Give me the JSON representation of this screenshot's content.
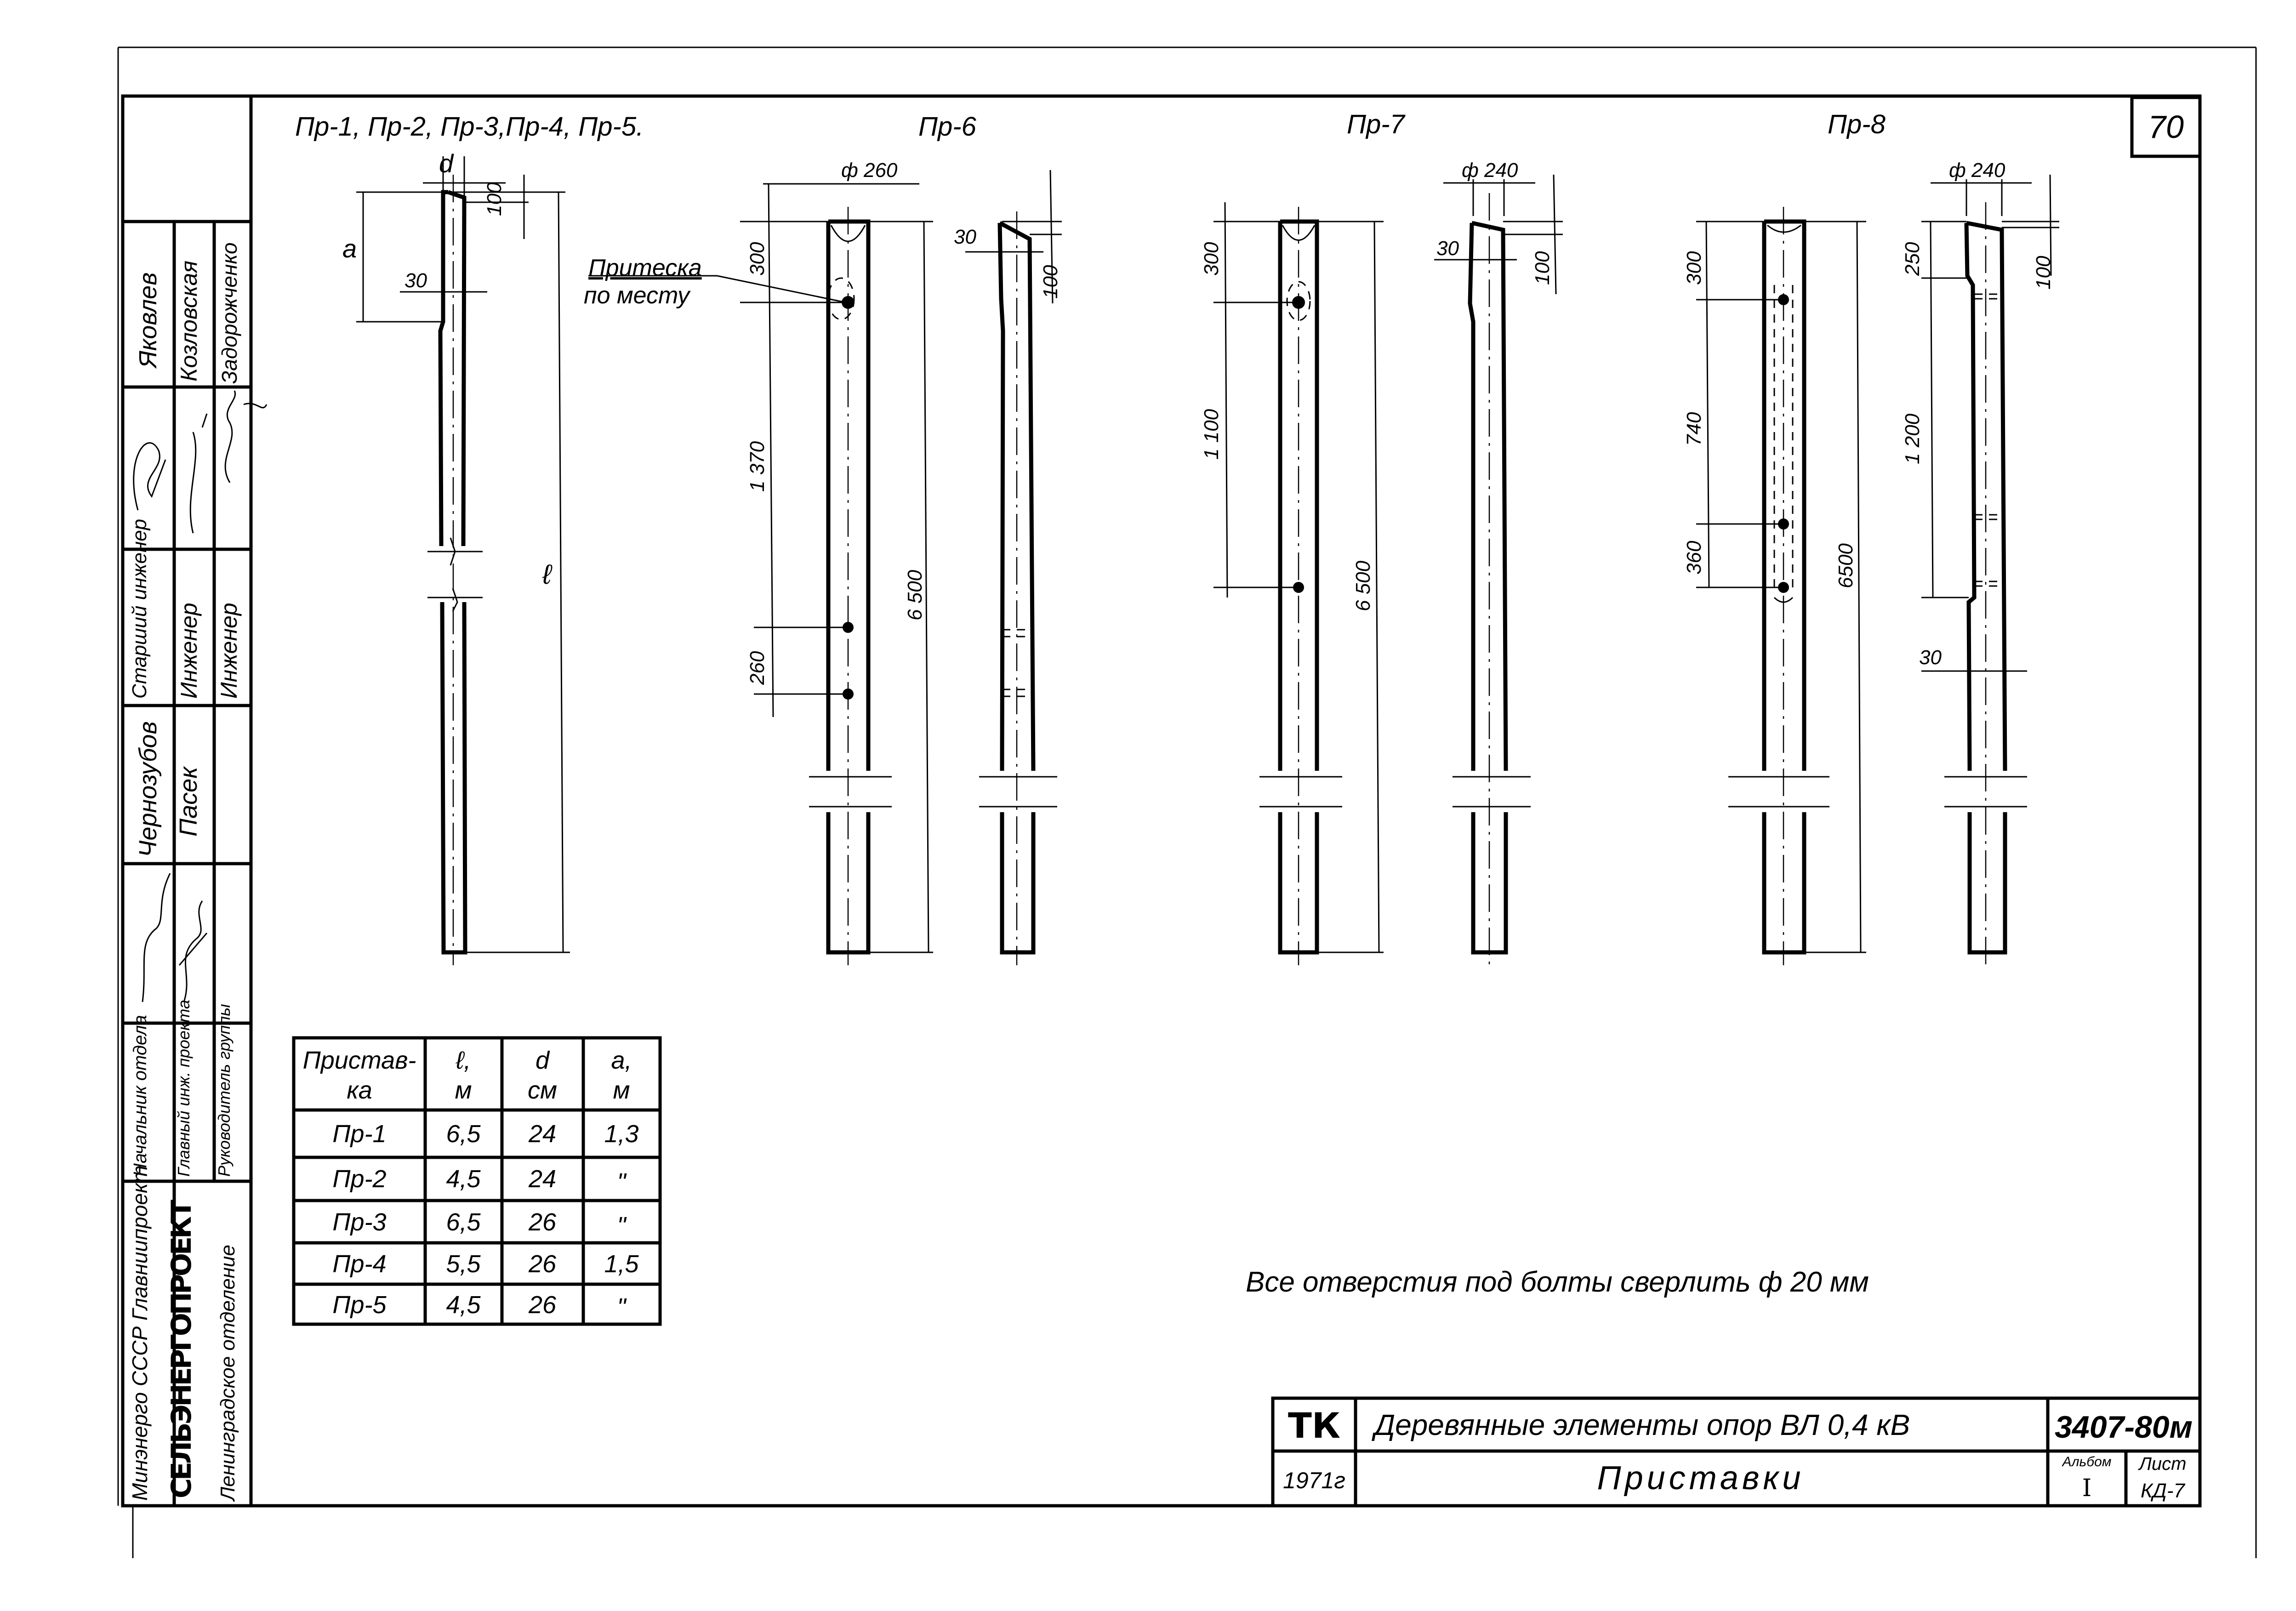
{
  "sheet_number": "70",
  "views": {
    "pr1_5": {
      "title": "Пр-1, Пр-2, Пр-3,Пр-4, Пр-5.",
      "d": "d",
      "a": "a",
      "l": "ℓ",
      "dim_100": "100",
      "dim_30": "30"
    },
    "pr6": {
      "title": "Пр-6",
      "diameter": "ф 260",
      "dim_300": "300",
      "dim_1370": "1 370",
      "dim_260": "260",
      "dim_6500": "6 500",
      "dim_30": "30",
      "dim_100": "100",
      "note_line1": "Притеска",
      "note_line2": "по месту"
    },
    "pr7": {
      "title": "Пр-7",
      "diameter": "ф 240",
      "dim_300": "300",
      "dim_1100": "1 100",
      "dim_6500": "6 500",
      "dim_30": "30",
      "dim_100": "100"
    },
    "pr8": {
      "title": "Пр-8",
      "diameter": "ф 240",
      "dim_300": "300",
      "dim_740": "740",
      "dim_360": "360",
      "dim_6500": "6500",
      "dim_250": "250",
      "dim_1200": "1 200",
      "dim_100": "100",
      "dim_30": "30"
    }
  },
  "table": {
    "headers": [
      [
        "Пристав-",
        "ка"
      ],
      [
        "ℓ,",
        "м"
      ],
      [
        "d",
        "см"
      ],
      [
        "a,",
        "м"
      ]
    ],
    "rows": [
      [
        "Пр-1",
        "6,5",
        "24",
        "1,3"
      ],
      [
        "Пр-2",
        "4,5",
        "24",
        "\""
      ],
      [
        "Пр-3",
        "6,5",
        "26",
        "\""
      ],
      [
        "Пр-4",
        "5,5",
        "26",
        "1,5"
      ],
      [
        "Пр-5",
        "4,5",
        "26",
        "\""
      ]
    ]
  },
  "note": "Все отверстия под болты сверлить ф 20 мм",
  "title_block": {
    "code": "ТК",
    "year": "1971г",
    "subject": "Деревянные элементы опор ВЛ 0,4 кВ",
    "drawing_title": "Приставки",
    "doc_number": "3407-80м",
    "album_label": "Альбом",
    "album_value": "I",
    "sheet_label": "Лист",
    "sheet_value": "КД-7"
  },
  "stamp": {
    "names": [
      "Яковлев",
      "Козловская",
      "Задорожченко"
    ],
    "positions_1": [
      "Старший инженер",
      "Инженер",
      "Инженер"
    ],
    "names_2": [
      "Чернозубов",
      "Пасек"
    ],
    "positions_2": [
      "Начальник отдела",
      "Главный инж. проекта",
      "Руководитель группы"
    ],
    "org": [
      "Минэнерго СССР Главниипроект",
      "СЕЛЬЭНЕРГОПРОЕКТ",
      "Ленинградское отделение"
    ]
  }
}
